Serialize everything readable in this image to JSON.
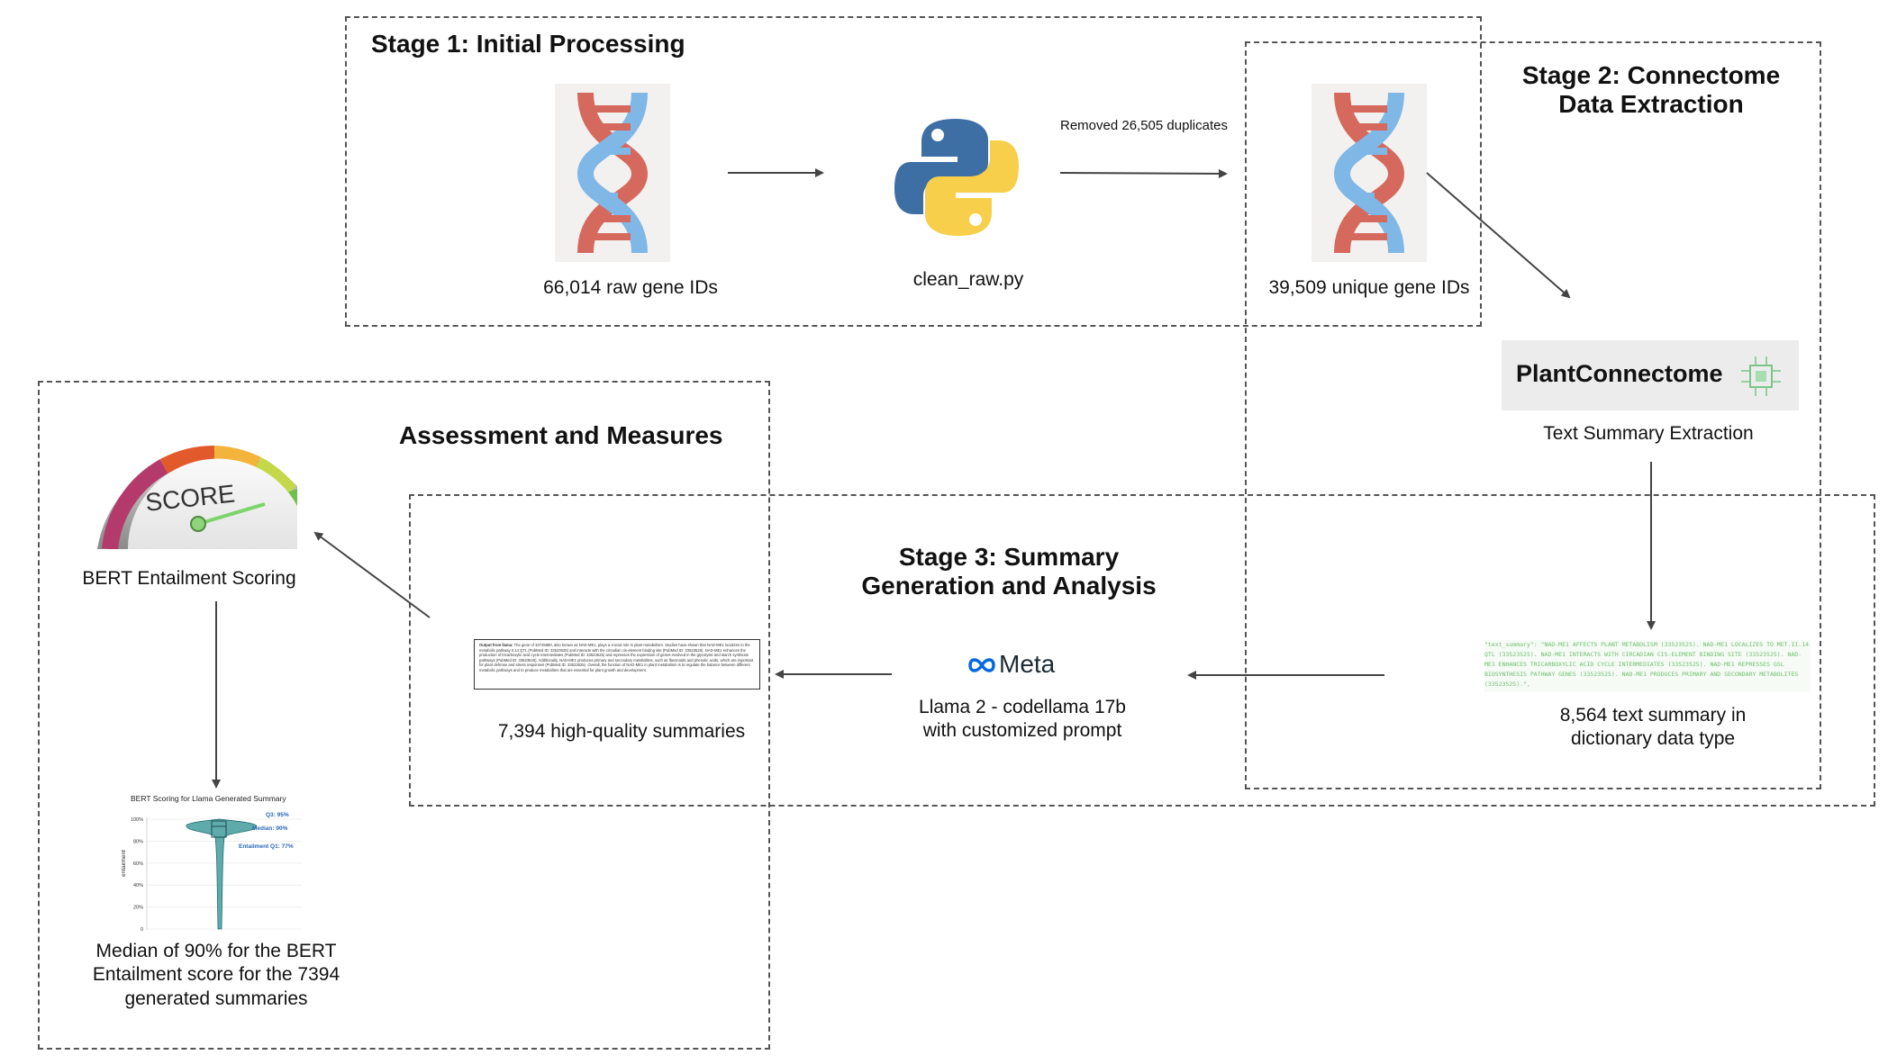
{
  "stage1": {
    "title": "Stage 1: Initial Processing",
    "raw_label": "66,014 raw gene IDs",
    "script_label": "clean_raw.py",
    "duplicates_note": "Removed 26,505 duplicates",
    "unique_label": "39,509 unique gene IDs"
  },
  "stage2": {
    "title_line1": "Stage 2: Connectome",
    "title_line2": "Data Extraction",
    "tool_name": "PlantConnectome",
    "extraction_label": "Text Summary Extraction",
    "summary_count_line1": "8,564 text summary in",
    "summary_count_line2": "dictionary data type",
    "snippet": "\"text_summary\": \"NAD-ME1 AFFECTS PLANT METABOLISM (33523525). NAD-ME1 LOCALIZES TO MET.II.14 QTL (33523525). NAD-ME1 INTERACTS WITH CIRCADIAN CIS-ELEMENT BINDING SITE (33523525). NAD-ME1 ENHANCES TRICARBOXYLIC ACID CYCLE INTERMEDIATES (33523525). NAD-ME1 REPRESSES GSL BIOSYNTHESIS PATHWAY GENES (33523525). NAD-ME1 PRODUCES PRIMARY AND SECONDARY METABOLITES (33523525).\","
  },
  "stage3": {
    "title_line1": "Stage 3: Summary",
    "title_line2": "Generation and Analysis",
    "meta_logo_text": "Meta",
    "model_line1": "Llama 2 - codellama 17b",
    "model_line2": "with customized prompt",
    "quality_label": "7,394 high-quality summaries",
    "card_title": "Output from llama:",
    "card_text": "The gene of 33725880, also known as NAD-ME1, plays a crucial role in plant metabolism. Studies have shown that NAD-ME1 localizes to the metabolic pathway II.14 QTL (PubMed ID: 33523525) and interacts with the circadian cis-element binding site (PubMed ID: 33523525). NAD-ME1 enhances the production of tricarboxylic acid cycle intermediates (PubMed ID: 33523525) and represses the expression of genes involved in the glycolysis and starch synthesis pathways (PubMed ID: 33523525). Additionally, NAD-ME1 produces primary and secondary metabolites, such as flavonoids and phenolic acids, which are important for plant defense and stress responses (PubMed ID: 33523525). Overall, the function of NAD-ME1 in plant metabolism is to regulate the balance between different metabolic pathways and to produce metabolites that are essential for plant growth and development."
  },
  "assessment": {
    "title": "Assessment and Measures",
    "gauge_text": "SCORE",
    "bert_label": "BERT Entailment Scoring",
    "median_line1": "Median of 90% for the BERT",
    "median_line2": "Entailment score for the 7394",
    "median_line3": "generated summaries",
    "mini_chart": {
      "title": "BERT Scoring for Llama Generated Summary",
      "ylabel": "entailment",
      "ticks": [
        "100%",
        "80%",
        "60%",
        "40%",
        "20%",
        "0"
      ],
      "q3": "Q3: 95%",
      "median": "Median: 90%",
      "q1": "Entailment Q1: 77%"
    }
  },
  "colors": {
    "dna_red": "#d6695e",
    "dna_blue": "#7fb7e6",
    "python_blue": "#3d6fa5",
    "python_yellow": "#f7cf4a",
    "violin": "#2a8d8f",
    "meta_blue": "#0668e1"
  }
}
